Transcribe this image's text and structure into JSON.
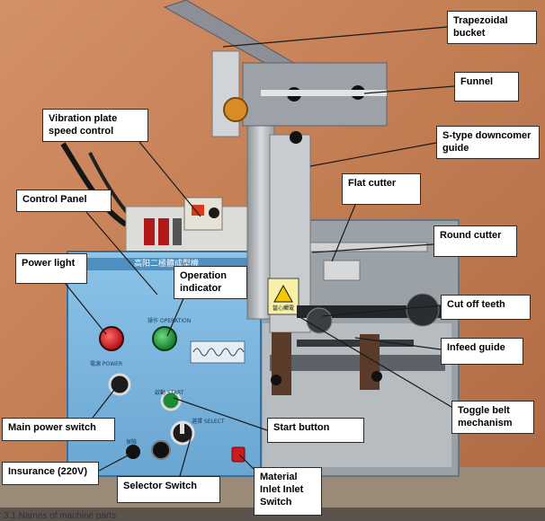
{
  "colors": {
    "wall": "#c9845a",
    "machine_panel": "#7fb8e0",
    "steel": "#b8bcc0",
    "power_light": "#d4151b",
    "operation_light": "#1e9b3a",
    "leader_line": "#1a1a1a"
  },
  "callouts": {
    "trapezoidal_bucket": "Trapezoidal\nbucket",
    "funnel": "Funnel",
    "vibration_plate": "Vibration plate\nspeed control",
    "s_type_guide": "S-type downcomer\nguide",
    "flat_cutter": "Flat cutter",
    "control_panel": "Control Panel",
    "round_cutter": "Round cutter",
    "power_light": "Power light",
    "operation_indicator": "Operation\nindicator",
    "cut_off_teeth": "Cut off teeth",
    "infeed_guide": "Infeed guide",
    "toggle_belt": "Toggle belt\nmechanism",
    "main_power_switch": "Main power switch",
    "start_button": "Start button",
    "insurance": "Insurance (220V)",
    "selector_switch": "Selector Switch",
    "material_inlet": "Material\nInlet Inlet\nSwitch"
  },
  "panel": {
    "header_text": "高阳二極體成型機",
    "power_label": "電源 POWER",
    "operation_label": "操作 OPERATION",
    "start_label": "啟動 START",
    "selector_label": "選擇 SELECT",
    "fuse_label": "保險",
    "warning_text": "當心觸電"
  },
  "footer_text": "3.1 Names of machine parts"
}
